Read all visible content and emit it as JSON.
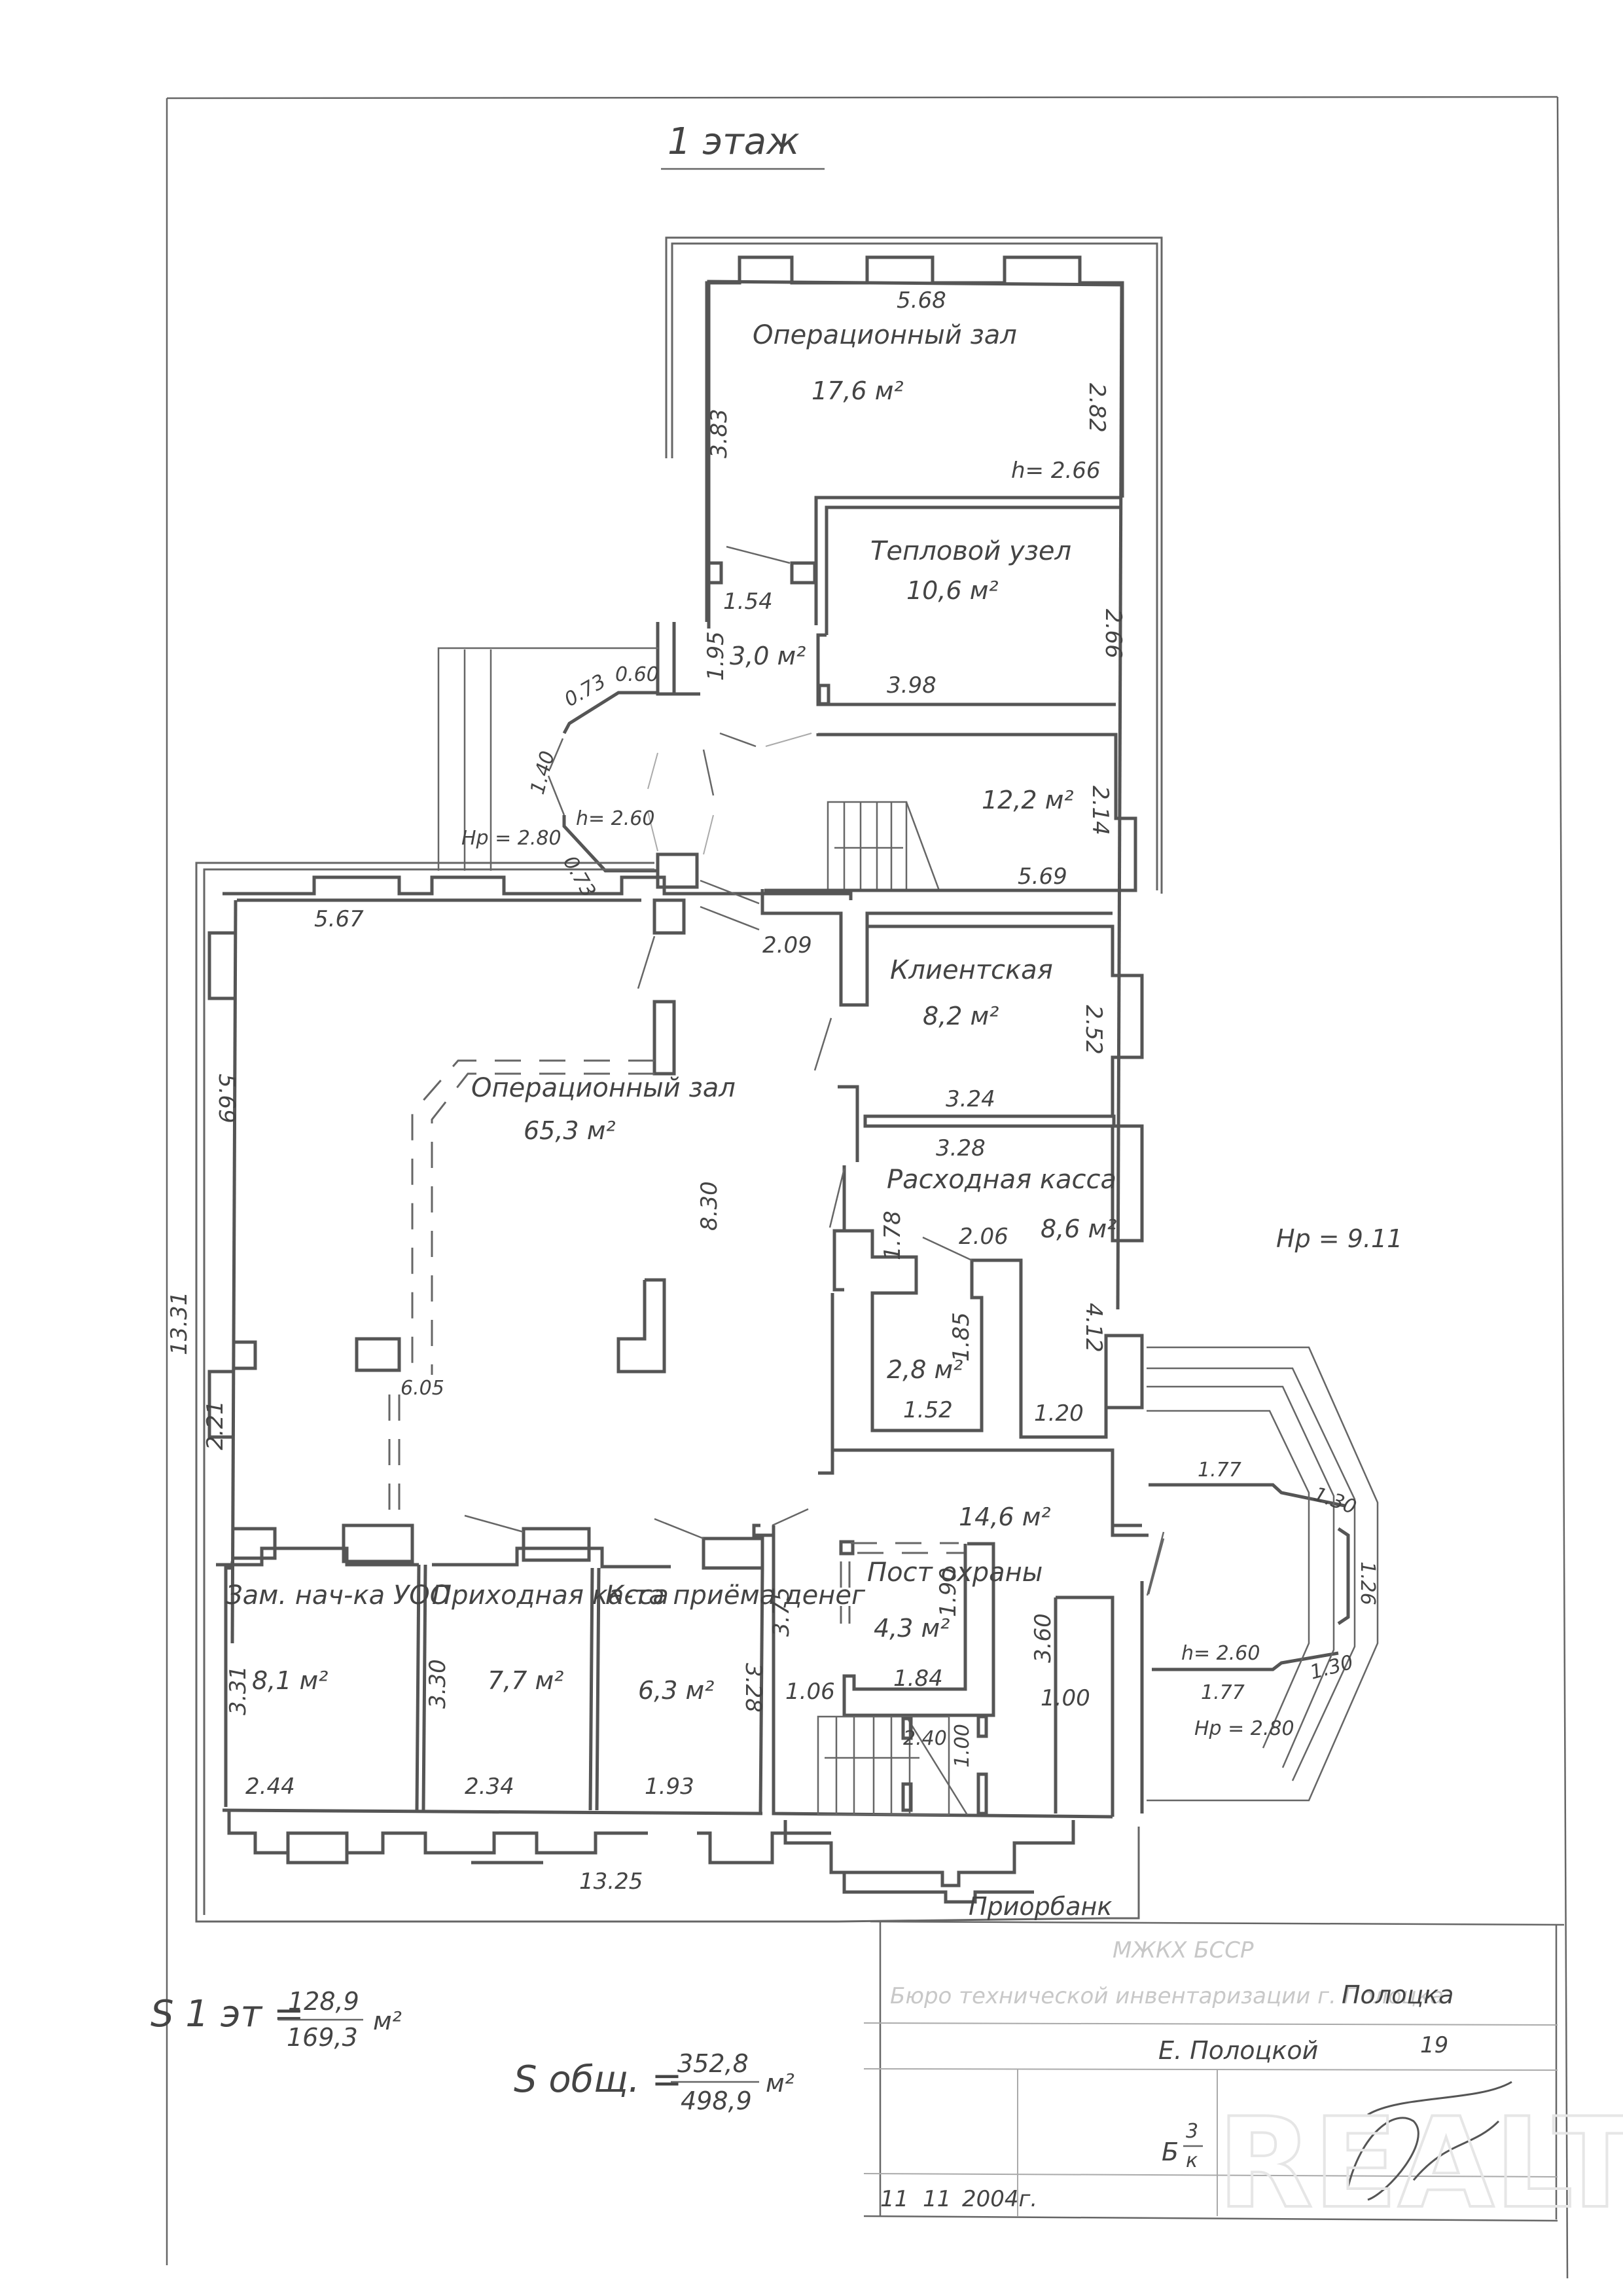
{
  "drawing": {
    "floor_title": "1 этаж",
    "client": "Приорбанк",
    "watermark": "REALT"
  },
  "rooms": [
    {
      "id": "operating-hall-north",
      "name": "Операционный зал",
      "area": "17,6 м²",
      "height": "h= 2.66",
      "dims": [
        "5.68",
        "3.83",
        "2.82"
      ]
    },
    {
      "id": "heat-unit",
      "name": "Тепловой узел",
      "area": "10,6 м²",
      "dims": [
        "2.66",
        "3.98"
      ]
    },
    {
      "id": "vestibule",
      "name": "",
      "area": "3,0 м²",
      "dims": [
        "1.54",
        "1.95"
      ]
    },
    {
      "id": "porch",
      "name": "",
      "area": "",
      "height": "h= 2.60",
      "outer_height": "Hp = 2.80",
      "dims": [
        "0.60",
        "0.73",
        "1.40",
        "0.73"
      ]
    },
    {
      "id": "stair-hall-north",
      "name": "",
      "area": "12,2 м²",
      "dims": [
        "2.14",
        "5.69"
      ]
    },
    {
      "id": "client-room",
      "name": "Клиентская",
      "area": "8,2 м²",
      "dims": [
        "2.52",
        "3.24"
      ]
    },
    {
      "id": "operating-hall-main",
      "name": "Операционный зал",
      "area": "65,3 м²",
      "dims": [
        "5.67",
        "5.69",
        "8.30",
        "6.05",
        "2.21",
        "2.09",
        "13.31"
      ]
    },
    {
      "id": "cash-out",
      "name": "Расходная касса",
      "area": "8,6 м²",
      "dims": [
        "3.28",
        "1.78",
        "2.06",
        "4.12",
        "1.20"
      ]
    },
    {
      "id": "small-store",
      "name": "",
      "area": "2,8 м²",
      "dims": [
        "1.85",
        "1.52"
      ]
    },
    {
      "id": "deputy-office",
      "name": "Зам. нач-ка УОО",
      "area": "8,1 м²",
      "dims": [
        "3.31",
        "2.44"
      ]
    },
    {
      "id": "cash-in",
      "name": "Приходная касса",
      "area": "7,7 м²",
      "dims": [
        "3.30",
        "2.34"
      ]
    },
    {
      "id": "money-reception",
      "name": "К-та приёма денег",
      "area": "6,3 м²",
      "dims": [
        "3.28",
        "1.93"
      ]
    },
    {
      "id": "stair-hall-south",
      "name": "",
      "area": "14,6 м²",
      "dims": [
        "3.75",
        "1.06",
        "1.00",
        "3.60",
        "1.00",
        "2.40"
      ]
    },
    {
      "id": "security-post",
      "name": "Пост охраны",
      "area": "4,3 м²",
      "dims": [
        "1.90",
        "1.84"
      ]
    },
    {
      "id": "bay-porch",
      "name": "",
      "area": "",
      "height": "h= 2.60",
      "outer_height": "Hp = 2.80",
      "dims": [
        "1.77",
        "1.30",
        "1.26",
        "1.30",
        "1.77"
      ]
    }
  ],
  "overall": {
    "building_height": "Hp = 9.11",
    "bottom_length": "13.25",
    "left_length": "13.31"
  },
  "totals": {
    "floor_label": "S 1 эт =",
    "floor_num": "128,9",
    "floor_den": "169,3",
    "total_label": "S общ. =",
    "total_num": "352,8",
    "total_den": "498,9",
    "unit": "м²"
  },
  "title_block": {
    "org": "МЖКХ БССР",
    "bureau": "Бюро технической инвентаризации г. Полоцка",
    "city": "Полоцка",
    "street": "Е. Полоцкой",
    "house": "19",
    "sheet_letter": "Б",
    "sheet_fraction_num": "3",
    "sheet_fraction_den": "к",
    "day": "11",
    "month": "11",
    "year": "2004г."
  }
}
